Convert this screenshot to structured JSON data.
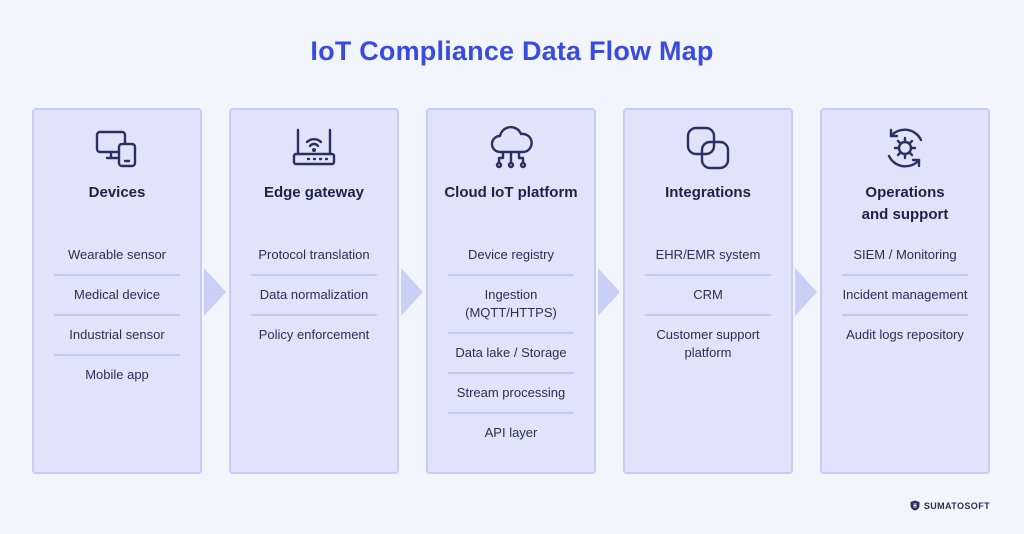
{
  "title": "IoT Compliance Data Flow Map",
  "columns": [
    {
      "icon": "devices-icon",
      "heading": "Devices",
      "items": [
        "Wearable sensor",
        "Medical device",
        "Industrial sensor",
        "Mobile app"
      ]
    },
    {
      "icon": "router-icon",
      "heading": "Edge gateway",
      "items": [
        "Protocol translation",
        "Data normalization",
        "Policy enforcement"
      ]
    },
    {
      "icon": "cloud-network-icon",
      "heading": "Cloud IoT platform",
      "items": [
        "Device registry",
        "Ingestion (MQTT/HTTPS)",
        "Data lake / Storage",
        "Stream processing",
        "API layer"
      ]
    },
    {
      "icon": "integrations-icon",
      "heading": "Integrations",
      "items": [
        "EHR/EMR system",
        "CRM",
        "Customer support platform"
      ]
    },
    {
      "icon": "gear-cycle-icon",
      "heading": "Operations and support",
      "items": [
        "SIEM / Monitoring",
        "Incident management",
        "Audit logs repository"
      ]
    }
  ],
  "brand": {
    "name": "SUMATOSOFT"
  },
  "colors": {
    "title": "#3a4be0",
    "column_bg": "#dfe4fb",
    "background": "#f3f5fd",
    "icon": "#2b3060"
  }
}
